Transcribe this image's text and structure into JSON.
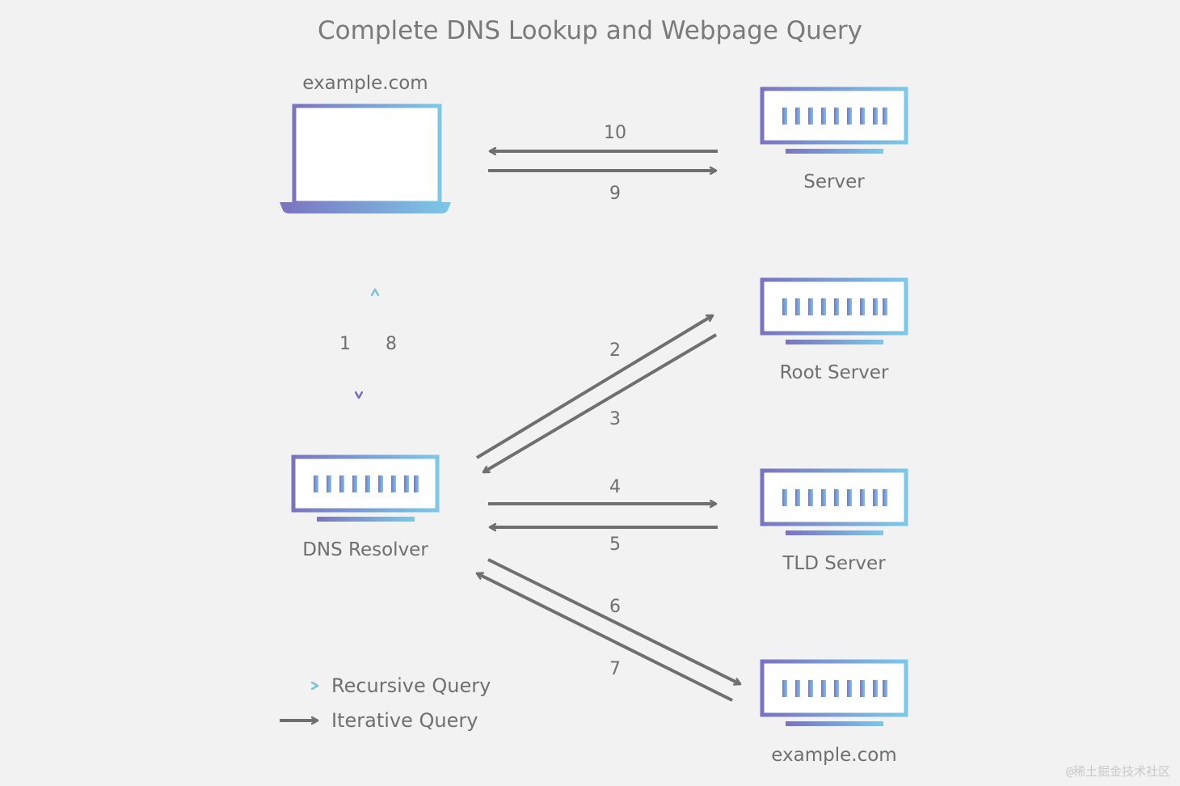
{
  "title": "Complete DNS Lookup and Webpage Query",
  "nodes": {
    "client_label": "example.com",
    "server_label": "Server",
    "root_label": "Root Server",
    "tld_label": "TLD Server",
    "resolver_label": "DNS Resolver",
    "authoritative_label": "example.com"
  },
  "steps": {
    "s1": "1",
    "s2": "2",
    "s3": "3",
    "s4": "4",
    "s5": "5",
    "s6": "6",
    "s7": "7",
    "s8": "8",
    "s9": "9",
    "s10": "10"
  },
  "legend": {
    "recursive": "Recursive Query",
    "iterative": "Iterative Query"
  },
  "watermark": "@稀土掘金技术社区",
  "colors": {
    "background": "#f2f2f2",
    "gradient_start": "#7b73c0",
    "gradient_end": "#7cc8e8",
    "arrow_gray": "#6f6f6f",
    "text_gray": "#6f6f6f"
  }
}
